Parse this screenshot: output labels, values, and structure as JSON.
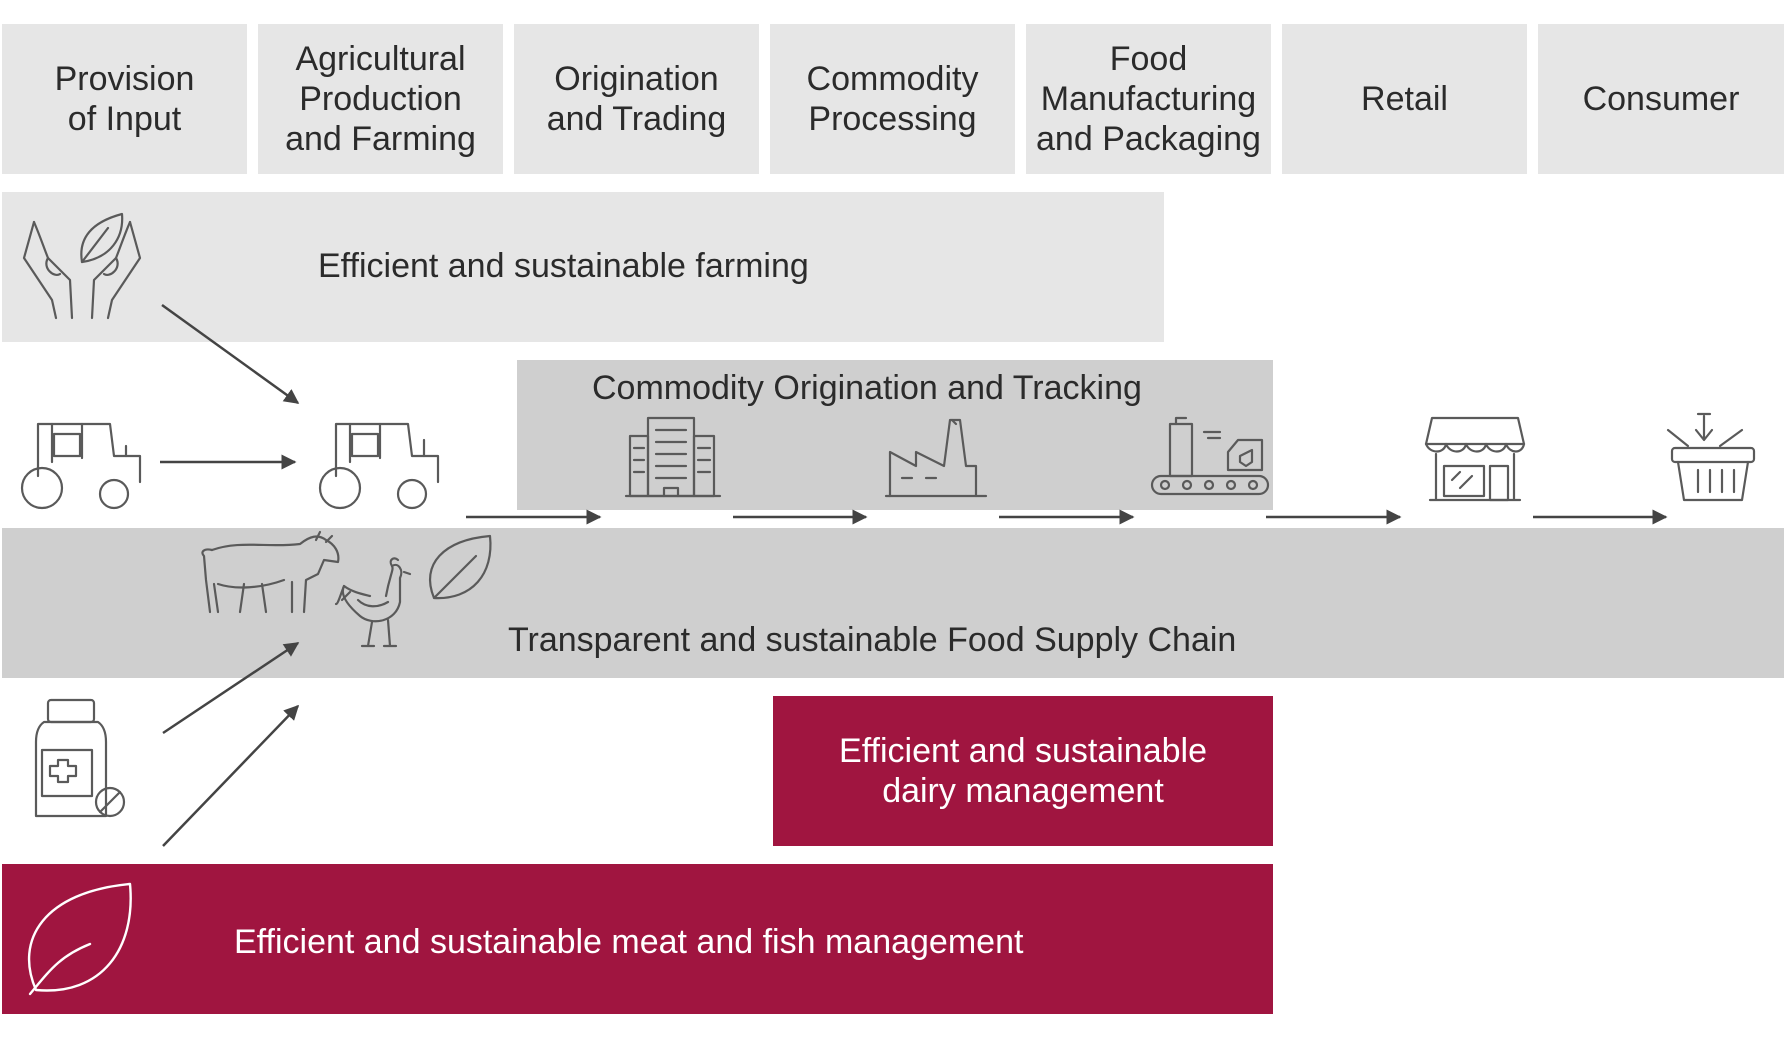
{
  "stages": [
    {
      "label": "Provision\nof Input"
    },
    {
      "label": "Agricultural\nProduction\nand Farming"
    },
    {
      "label": "Origination\nand Trading"
    },
    {
      "label": "Commodity\nProcessing"
    },
    {
      "label": "Food\nManufacturing\nand Packaging"
    },
    {
      "label": "Retail"
    },
    {
      "label": "Consumer"
    }
  ],
  "bands": {
    "farming": "Efficient and sustainable farming",
    "origination": "Commodity Origination and Tracking",
    "supply_chain": "Transparent and sustainable Food Supply Chain",
    "dairy": "Efficient and sustainable\ndairy management",
    "meat_fish": "Efficient and sustainable meat and fish management"
  },
  "colors": {
    "stage_bg": "#e6e6e6",
    "band_light": "#e6e6e6",
    "band_mid": "#cfcfcf",
    "accent": "#a01540",
    "arrow": "#444444"
  },
  "icons": [
    "hands-leaf-icon",
    "tractor-icon",
    "building-icon",
    "factory-icon",
    "conveyor-icon",
    "store-icon",
    "basket-icon",
    "cow-icon",
    "chicken-icon",
    "leaf-icon",
    "medicine-icon"
  ]
}
